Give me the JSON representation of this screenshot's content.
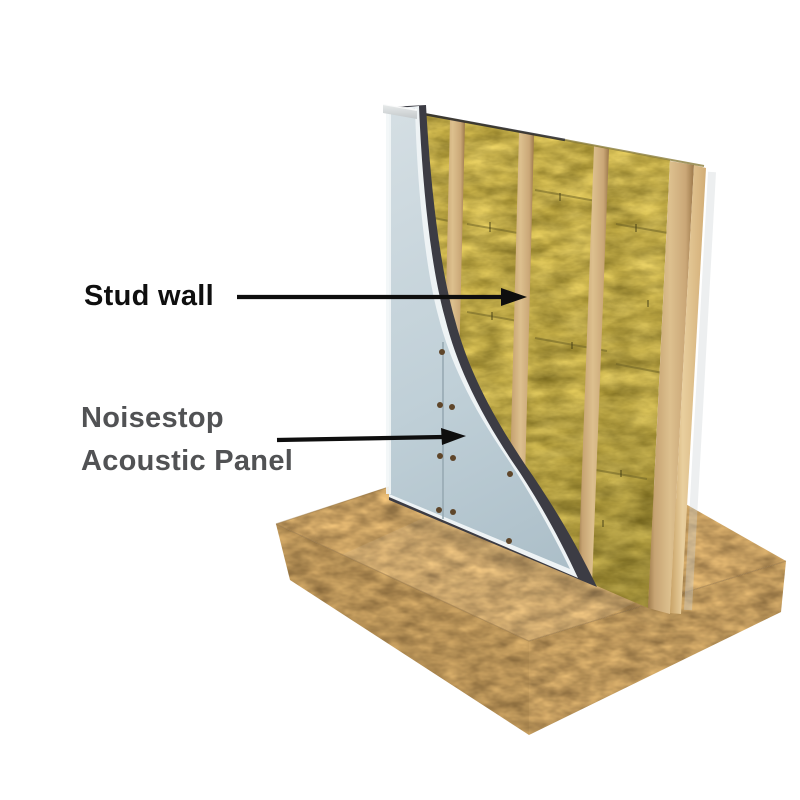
{
  "figure": {
    "type": "cutaway-construction-diagram",
    "background": "#ffffff",
    "labels": {
      "stud_wall": {
        "text": "Stud wall",
        "color": "#0f0f0f"
      },
      "acoustic_panel": {
        "line1": "Noisestop",
        "line2": "Acoustic Panel",
        "color": "#515254"
      }
    },
    "arrow_color": "#0e0e0e",
    "materials": {
      "osb_base_top": "#c59d63",
      "osb_base_front": "#aa8150",
      "osb_base_side": "#bb9257",
      "insulation": "#b1a144",
      "stud_wood": "#ddc08e",
      "stud_side": "#e9cf9e",
      "panel_face": "#bfcfd7",
      "panel_edge": "#eef3f5",
      "cut_shadow": "#3c3c44",
      "panel_cap": "#c3c8ca",
      "screw": "#5f462a"
    }
  }
}
